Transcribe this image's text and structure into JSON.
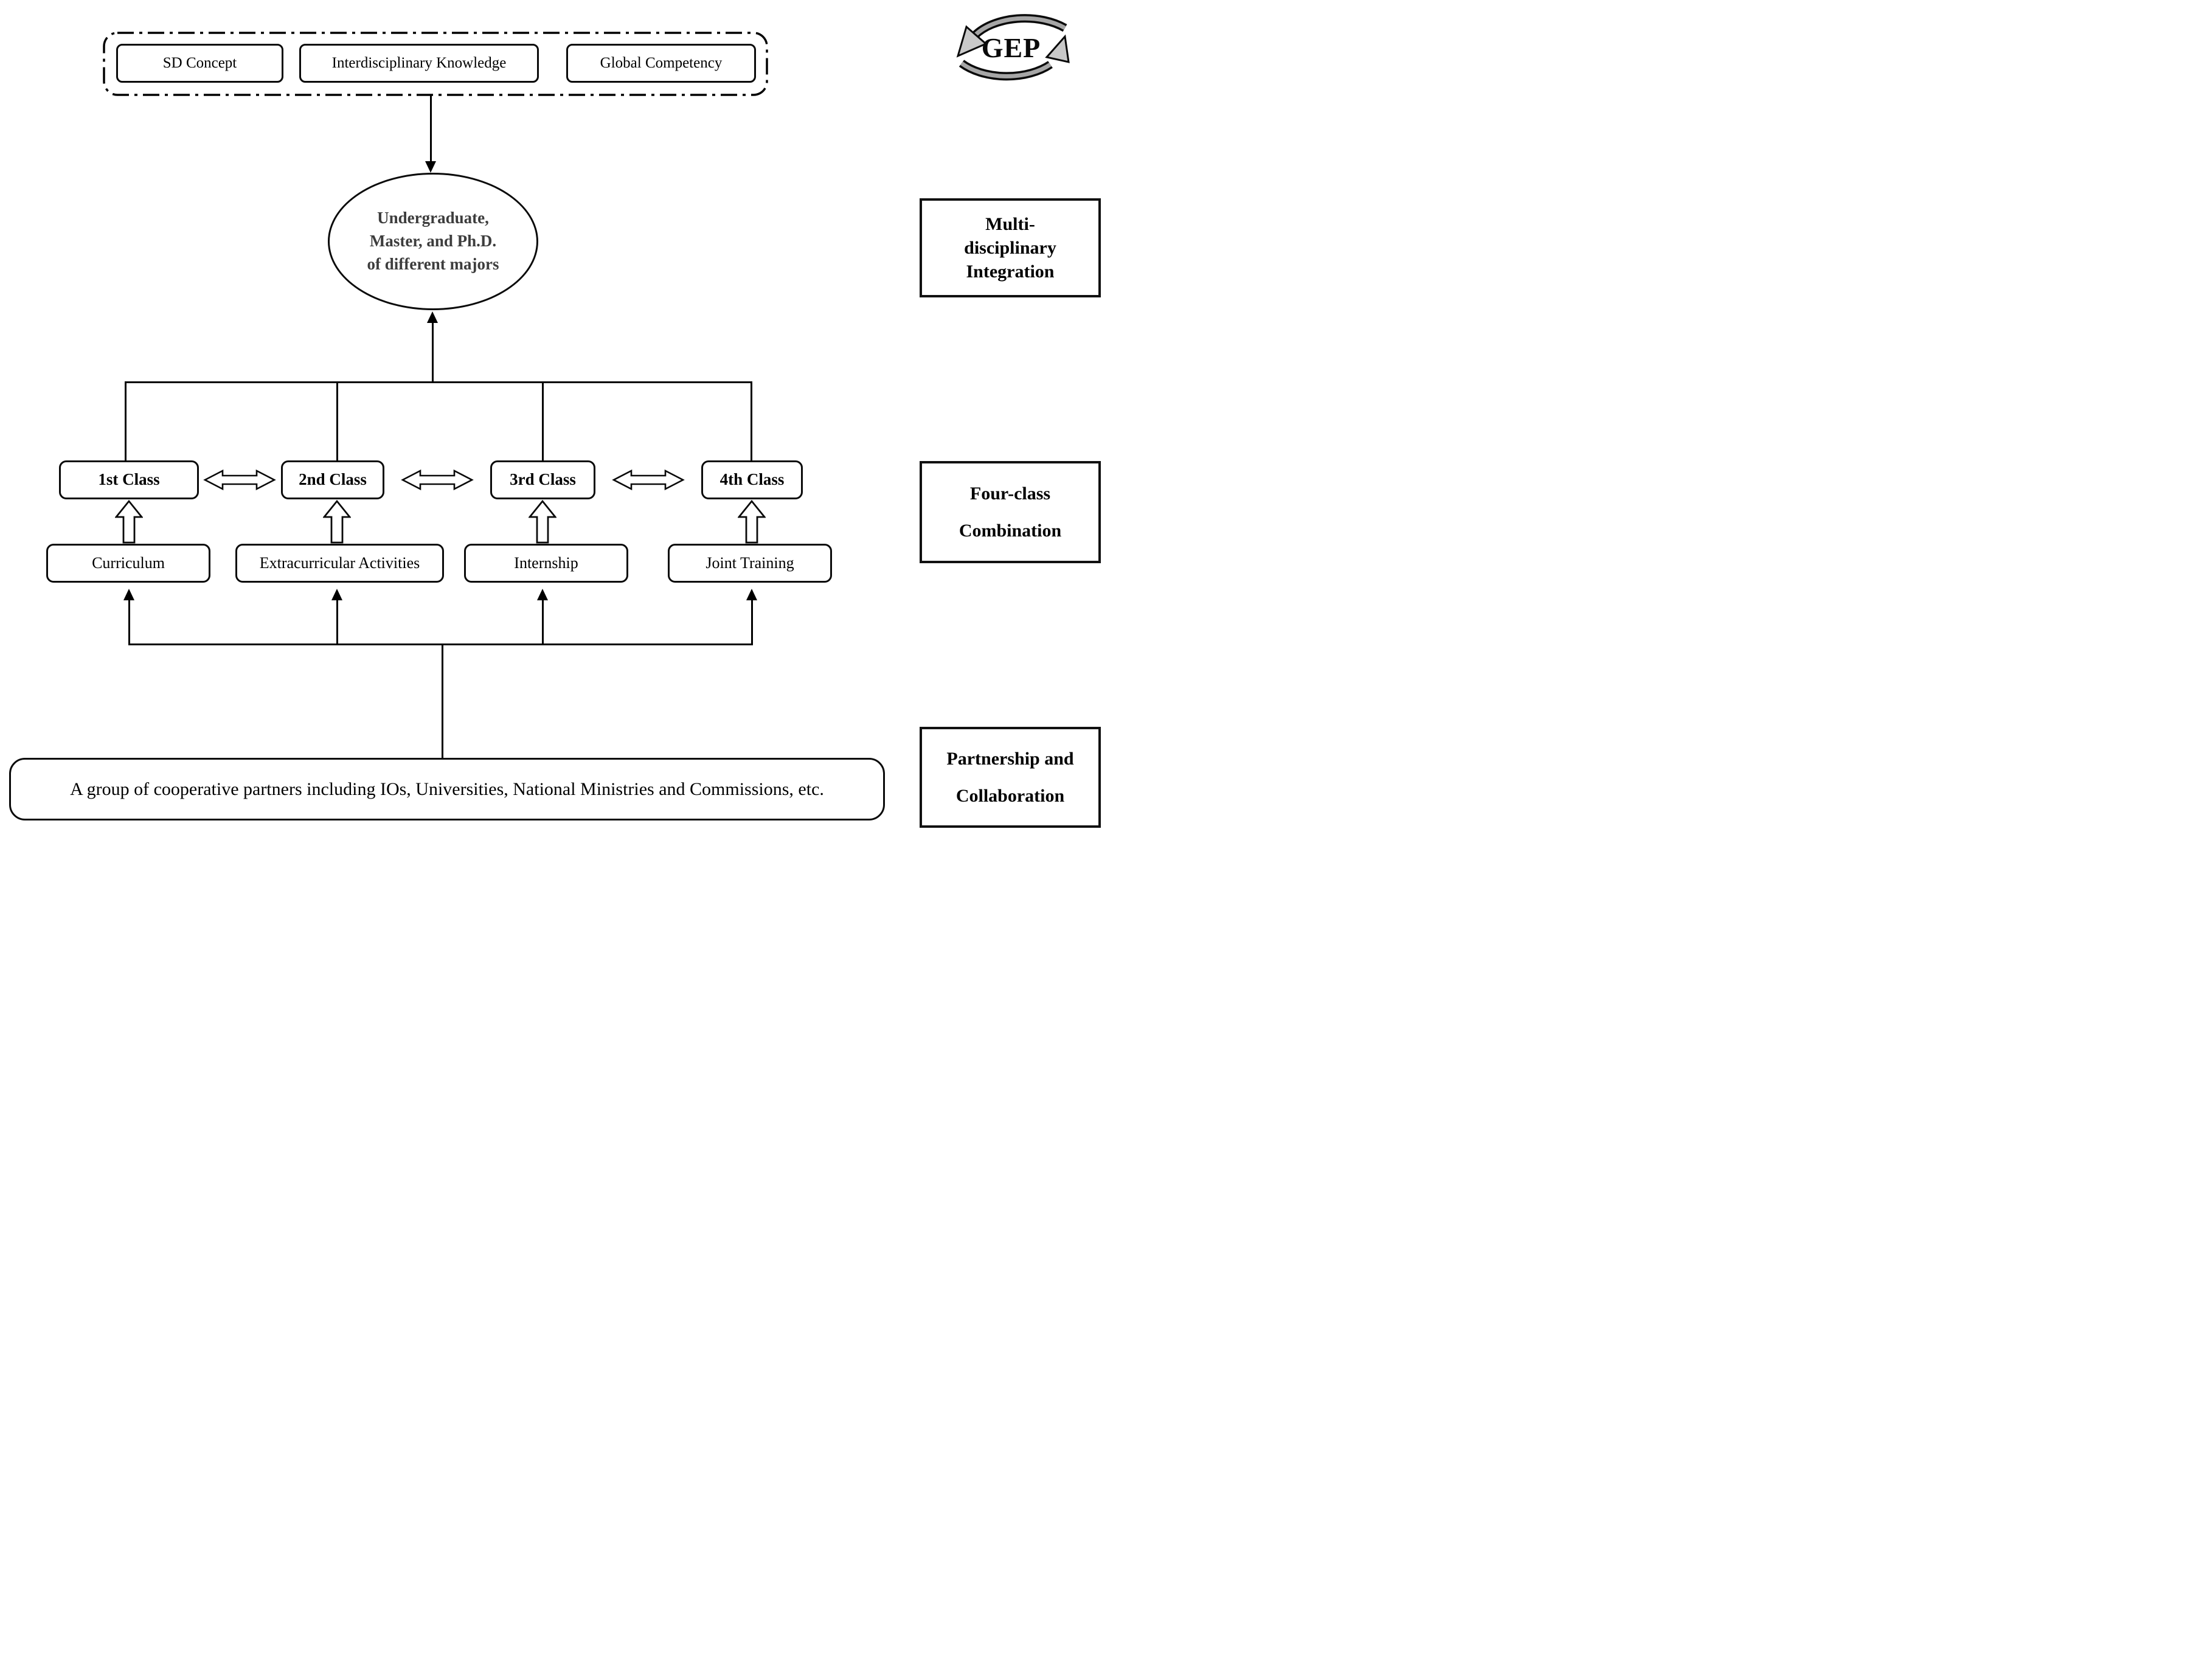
{
  "diagram": {
    "logo": "GEP",
    "top_concepts": [
      "SD Concept",
      "Interdisciplinary Knowledge",
      "Global Competency"
    ],
    "ellipse_lines": [
      "Undergraduate,",
      "Master, and Ph.D.",
      "of different majors"
    ],
    "class_row": [
      "1st Class",
      "2nd Class",
      "3rd Class",
      "4th Class"
    ],
    "activity_row": [
      "Curriculum",
      "Extracurricular Activities",
      "Internship",
      "Joint Training"
    ],
    "partners_text": "A group of cooperative partners including IOs, Universities,  National Ministries and Commissions, etc.",
    "side_labels": [
      [
        "Multi-",
        "disciplinary",
        "Integration"
      ],
      [
        "Four-class",
        "Combination"
      ],
      [
        "Partnership and",
        "Collaboration"
      ]
    ],
    "colors": {
      "ink": "#000000",
      "ellipse_text": "#3d3d3d",
      "logo_arrow_fill": "#a6a6a6",
      "background": "#ffffff"
    }
  }
}
